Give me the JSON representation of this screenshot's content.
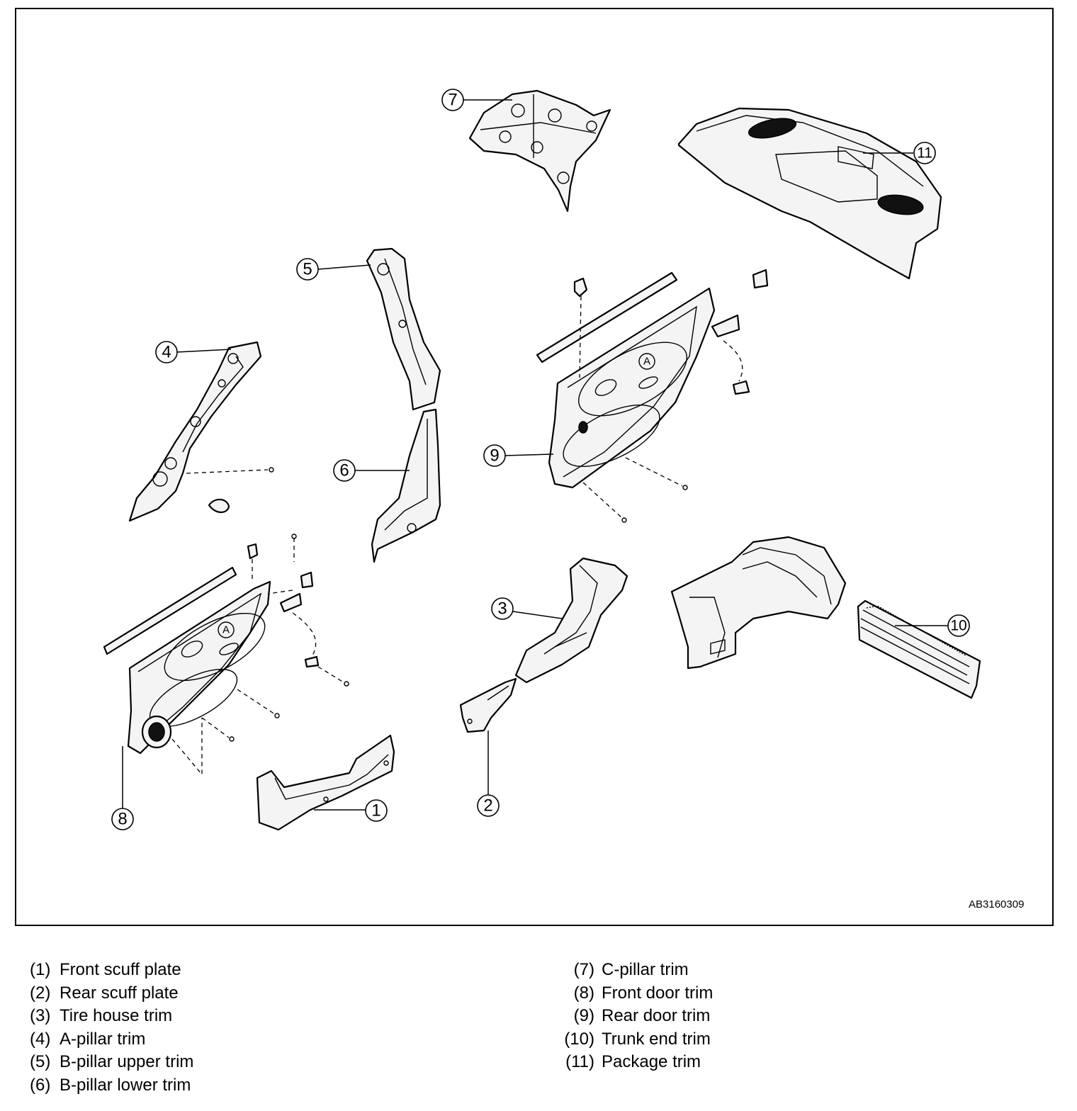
{
  "diagram": {
    "figure_code": "AB3160309",
    "marker_a": "A",
    "callouts": [
      "1",
      "2",
      "3",
      "4",
      "5",
      "6",
      "7",
      "8",
      "9",
      "10",
      "11"
    ]
  },
  "legend": {
    "left": [
      {
        "num": "(1)",
        "label": "Front scuff plate"
      },
      {
        "num": "(2)",
        "label": "Rear scuff plate"
      },
      {
        "num": "(3)",
        "label": "Tire house trim"
      },
      {
        "num": "(4)",
        "label": "A-pillar trim"
      },
      {
        "num": "(5)",
        "label": "B-pillar upper trim"
      },
      {
        "num": "(6)",
        "label": "B-pillar lower trim"
      }
    ],
    "right": [
      {
        "num": "(7)",
        "label": "C-pillar trim"
      },
      {
        "num": "(8)",
        "label": "Front door trim"
      },
      {
        "num": "(9)",
        "label": "Rear door trim"
      },
      {
        "num": "(10)",
        "label": "Trunk end trim"
      },
      {
        "num": "(11)",
        "label": "Package trim"
      }
    ]
  }
}
